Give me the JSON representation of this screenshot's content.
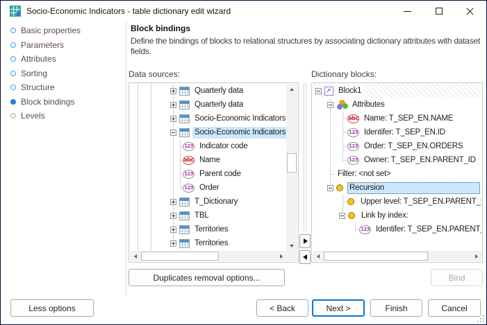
{
  "window": {
    "title": "Socio-Economic Indicators - table dictionary edit wizard"
  },
  "sidebar": {
    "steps": [
      {
        "label": "Basic properties",
        "state": "ring"
      },
      {
        "label": "Parameters",
        "state": "ring"
      },
      {
        "label": "Attributes",
        "state": "ring"
      },
      {
        "label": "Sorting",
        "state": "ring"
      },
      {
        "label": "Structure",
        "state": "ring"
      },
      {
        "label": "Block bindings",
        "state": "current"
      },
      {
        "label": "Levels",
        "state": "disabled"
      }
    ]
  },
  "header": {
    "title": "Block bindings",
    "description": "Define the bindings of blocks to relational structures by associating dictionary attributes with dataset fields."
  },
  "panels": {
    "left": {
      "label": "Data sources:",
      "rows": [
        {
          "indent": 58,
          "exp": "plus",
          "icon": "table-icon",
          "label": "Quarterly data"
        },
        {
          "indent": 58,
          "exp": "plus",
          "icon": "table-icon",
          "label": "Quarterly data"
        },
        {
          "indent": 58,
          "exp": "plus",
          "icon": "table-icon",
          "label": "Socio-Economic Indicators"
        },
        {
          "indent": 58,
          "exp": "minus",
          "icon": "table-icon",
          "label": "Socio-Economic Indicators",
          "selected": true
        },
        {
          "indent": 76,
          "icon": "num-icon",
          "label": "Indicator code"
        },
        {
          "indent": 76,
          "icon": "abc-icon",
          "label": "Name"
        },
        {
          "indent": 76,
          "icon": "num-icon",
          "label": "Parent code"
        },
        {
          "indent": 76,
          "icon": "num-icon",
          "label": "Order"
        },
        {
          "indent": 58,
          "exp": "plus",
          "icon": "table-icon",
          "label": "T_Dictionary"
        },
        {
          "indent": 58,
          "exp": "plus",
          "icon": "table-icon",
          "label": "TBL"
        },
        {
          "indent": 58,
          "exp": "plus",
          "icon": "table-icon",
          "label": "Territories"
        },
        {
          "indent": 58,
          "exp": "plus",
          "icon": "table-icon",
          "label": "Territories"
        }
      ]
    },
    "right": {
      "label": "Dictionary blocks:",
      "rows": [
        {
          "indent": 4,
          "exp": "minus",
          "icon": "block-icon",
          "label": "Block1",
          "hatched": true
        },
        {
          "indent": 21,
          "exp": "minus",
          "icon": "attributes-icon",
          "label": "Attributes"
        },
        {
          "indent": 50,
          "icon": "abc-icon",
          "label": "Name: T_SEP_EN.NAME"
        },
        {
          "indent": 50,
          "icon": "num-icon",
          "label": "Identifer: T_SEP_EN.ID"
        },
        {
          "indent": 50,
          "icon": "num-icon",
          "label": "Order: T_SEP_EN.ORDERS"
        },
        {
          "indent": 50,
          "icon": "num-icon",
          "label": "Owner: T_SEP_EN.PARENT_ID"
        },
        {
          "indent": 33,
          "label": "Filter: <not set>"
        },
        {
          "indent": 21,
          "exp": "minus",
          "icon": "bullet-icon",
          "label": "Recursion",
          "focused": true
        },
        {
          "indent": 50,
          "icon": "bullet-icon",
          "label": "Upper level: T_SEP_EN.PARENT_ID"
        },
        {
          "indent": 38,
          "exp": "minus",
          "icon": "bullet-icon",
          "label": "Link by index:"
        },
        {
          "indent": 67,
          "icon": "num-icon",
          "label": "Identifer: T_SEP_EN.PARENT_ID"
        }
      ]
    }
  },
  "buttons": {
    "duplicates": "Duplicates removal options...",
    "bind": "Bind",
    "less": "Less options",
    "back": "< Back",
    "next": "Next >",
    "finish": "Finish",
    "cancel": "Cancel"
  },
  "colors": {
    "accent": "#0078d7",
    "selection": "#cbe8ff",
    "hatch": "#e7e7e7",
    "step_bullet": "#3da0e3",
    "orange_node": "#ffc20e"
  }
}
